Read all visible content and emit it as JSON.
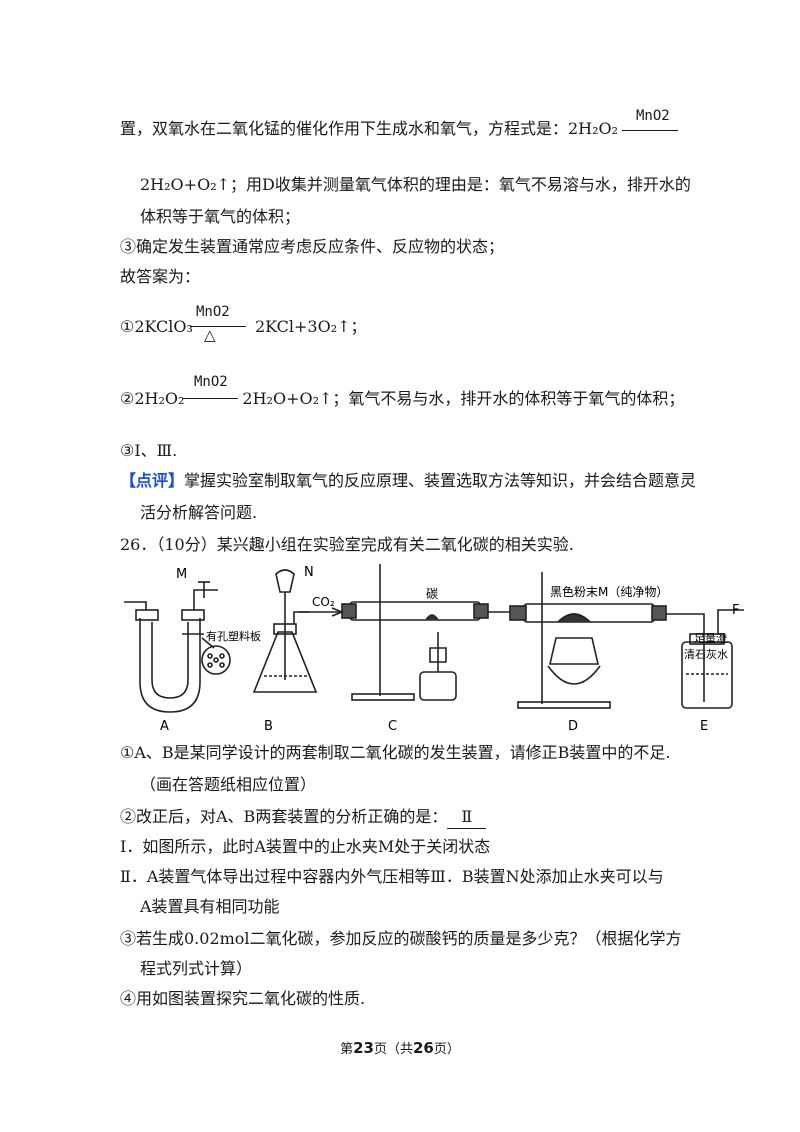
{
  "p1": {
    "text": "置，双氧水在二氧化锰的催化作用下生成水和氧气，方程式是：2H₂O₂",
    "catalyst": "MnO2"
  },
  "p2": "2H₂O+O₂↑；用D收集并测量氧气体积的理由是：氧气不易溶与水，排开水的",
  "p3": "体积等于氧气的体积；",
  "p4": "③确定发生装置通常应考虑反应条件、反应物的状态；",
  "p5": "故答案为：",
  "ans1": {
    "left": "①2KClO₃",
    "catalyst": "MnO2",
    "condition": "△",
    "right": "2KCl+3O₂↑；"
  },
  "ans2": {
    "left": "②2H₂O₂",
    "catalyst": "MnO2",
    "right": "2H₂O+O₂↑；氧气不易与水，排开水的体积等于氧气的体积；"
  },
  "ans3": "③Ⅰ、Ⅲ.",
  "comment": {
    "tag": "【点评】",
    "text": "掌握实验室制取氧气的反应原理、装置选取方法等知识，并会结合题意灵",
    "text2": "活分析解答问题."
  },
  "q26": "26．（10分）某兴趣小组在实验室完成有关二氧化碳的相关实验.",
  "figure": {
    "M": "M",
    "N": "N",
    "co2": "CO₂",
    "perforated": "有孔塑料板",
    "carbon": "碳",
    "black_powder": "黑色粉末M（纯净物）",
    "limewater_1": "足量澄",
    "limewater_2": "清石灰水",
    "F": "F",
    "labels": [
      "A",
      "B",
      "C",
      "D",
      "E"
    ]
  },
  "s1a": "①A、B是某同学设计的两套制取二氧化碳的发生装置，请修正B装置中的不足.",
  "s1b": "（画在答题纸相应位置）",
  "s2": "②改正后，对A、B两套装置的分析正确的是：",
  "s2_answer": "Ⅱ",
  "opt1": "Ⅰ．如图所示，此时A装置中的止水夹M处于关闭状态",
  "opt2": "Ⅱ．A装置气体导出过程中容器内外气压相等Ⅲ．B装置N处添加止水夹可以与",
  "opt2b": "A装置具有相同功能",
  "s3a": "③若生成0.02mol二氧化碳，参加反应的碳酸钙的质量是多少克？（根据化学方",
  "s3b": "程式列式计算）",
  "s4": "④用如图装置探究二氧化碳的性质.",
  "footer": {
    "pre": "第",
    "page": "23",
    "mid": "页（共",
    "total": "26",
    "post": "页）"
  }
}
